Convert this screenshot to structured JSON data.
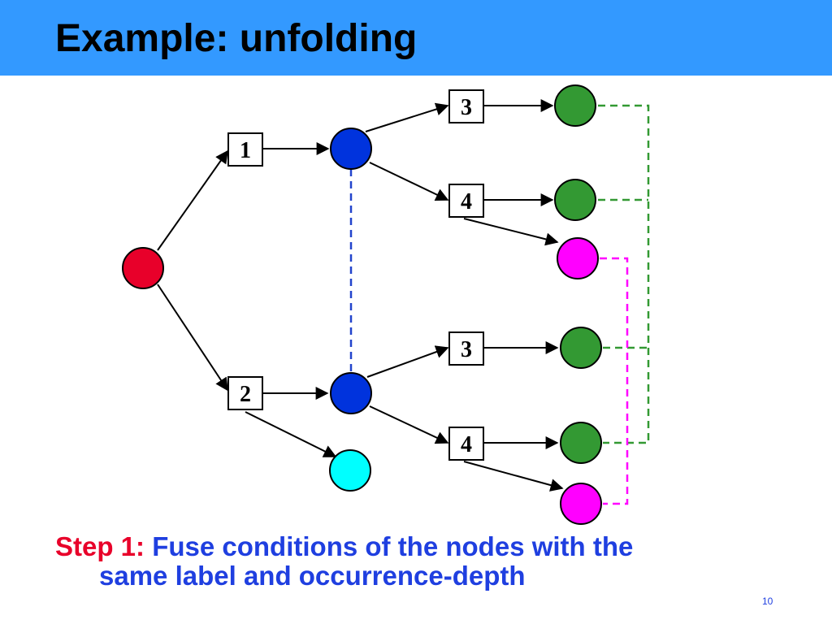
{
  "slide": {
    "title": "Example: unfolding",
    "page_number": "10"
  },
  "caption": {
    "step_label": "Step 1:",
    "text_line1": "Fuse conditions of the nodes with the",
    "text_line2": "same label and occurrence-depth"
  },
  "diagram": {
    "labels": {
      "e1": "1",
      "e2": "2",
      "e3_top": "3",
      "e4_top": "4",
      "e3_bot": "3",
      "e4_bot": "4"
    },
    "colors": {
      "root": "#e8002a",
      "blue": "#0033dd",
      "green": "#339933",
      "magenta": "#ff00ff",
      "cyan": "#00ffff",
      "blue_dash": "#2244cc",
      "green_dash": "#339933",
      "magenta_dash": "#ff00ff"
    }
  }
}
